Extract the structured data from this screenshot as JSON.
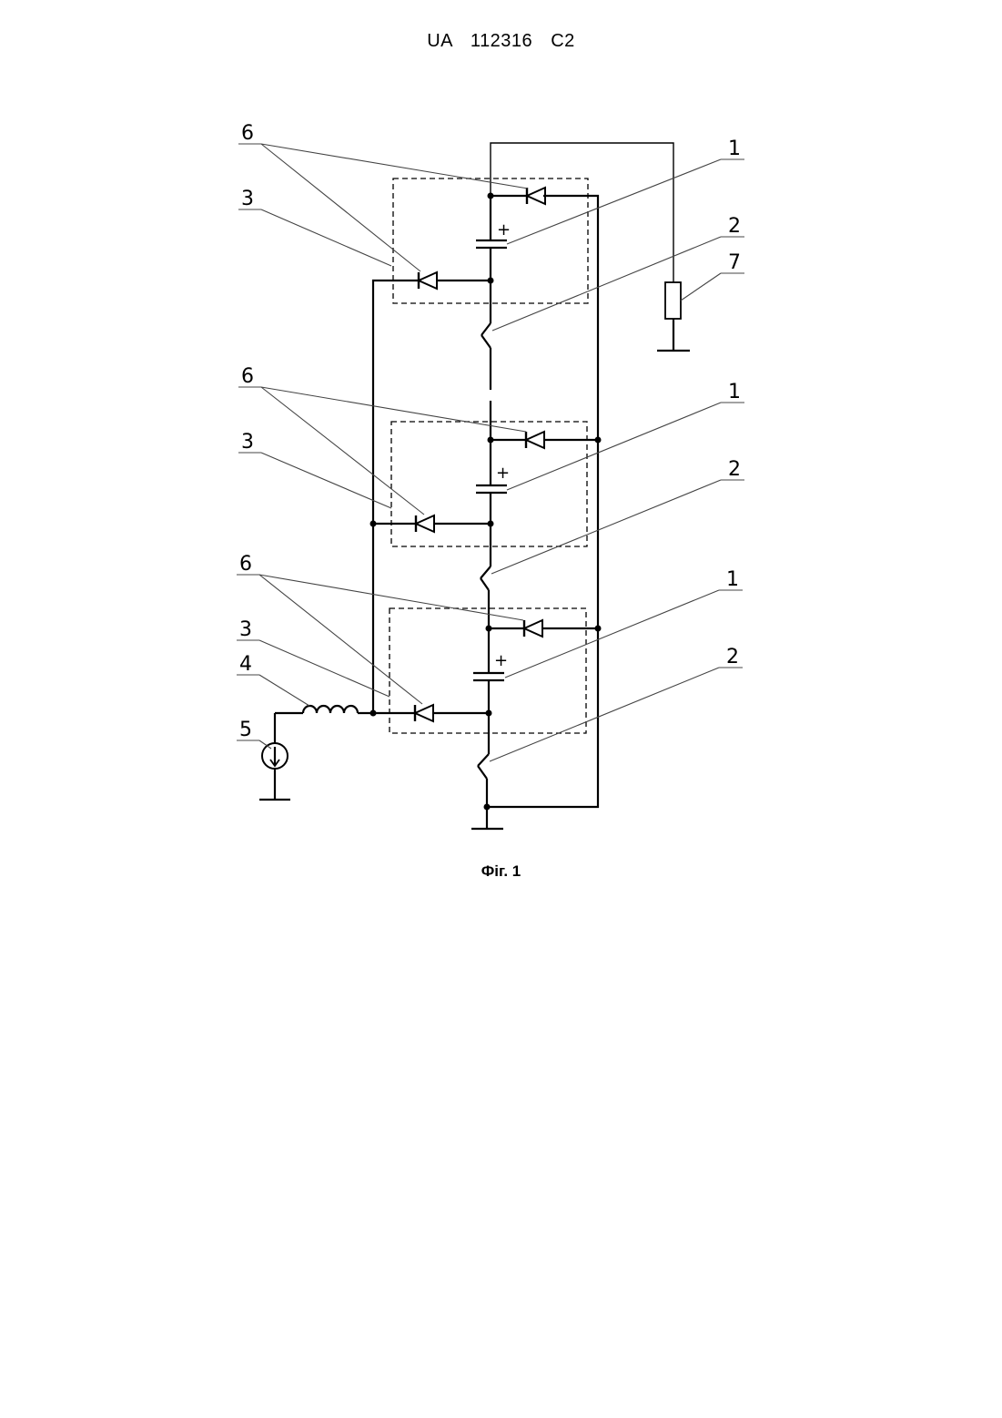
{
  "header": {
    "doc_number": "UA   112316   C2"
  },
  "figure": {
    "caption": "Фіг. 1"
  },
  "labels": {
    "ref_1": "1",
    "ref_2": "2",
    "ref_3": "3",
    "ref_4": "4",
    "ref_5": "5",
    "ref_6": "6",
    "ref_7": "7",
    "plus": "+"
  }
}
